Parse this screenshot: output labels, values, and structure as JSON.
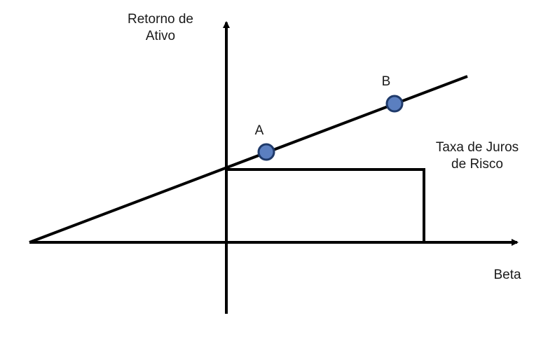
{
  "labels": {
    "y_axis": [
      "Retorno de",
      "Ativo"
    ],
    "x_axis": "Beta",
    "risk_free": [
      "Taxa de Juros",
      "de Risco"
    ],
    "point_a": "A",
    "point_b": "B"
  },
  "colors": {
    "line": "#000000",
    "point_fill": "#5b7fc0",
    "point_stroke": "#1f3a6a",
    "text": "#1a1a1a"
  }
}
